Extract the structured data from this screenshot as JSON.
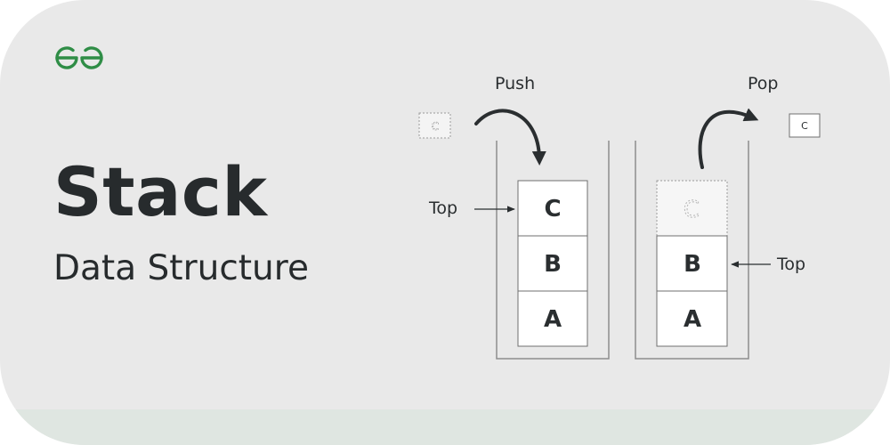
{
  "title": "Stack",
  "subtitle": "Data Structure",
  "logo_color": "#2f8d46",
  "push": {
    "label": "Push",
    "incoming_item": "C",
    "top_label": "Top",
    "cells": [
      "C",
      "B",
      "A"
    ]
  },
  "pop": {
    "label": "Pop",
    "removed_item": "C",
    "top_label": "Top",
    "ghost_cell": "C",
    "cells": [
      "B",
      "A"
    ]
  }
}
